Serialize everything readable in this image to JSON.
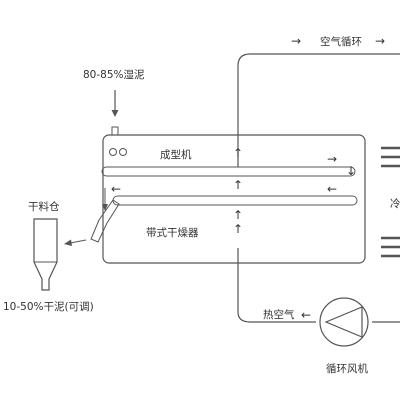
{
  "labels": {
    "air_cycle": "空气循环",
    "wet_sludge": "80-85%湿泥",
    "forming_machine": "成型机",
    "belt_dryer": "带式干燥器",
    "dry_silo": "干料仓",
    "dry_sludge": "10-50%干泥(可调)",
    "hot_air": "热空气",
    "fan": "循环风机",
    "cooler_partial": "冷"
  },
  "arrows": {
    "right": "→",
    "left": "←",
    "up": "↑",
    "down": "↓"
  },
  "colors": {
    "line": "#555555",
    "text": "#333333",
    "background": "#ffffff"
  }
}
